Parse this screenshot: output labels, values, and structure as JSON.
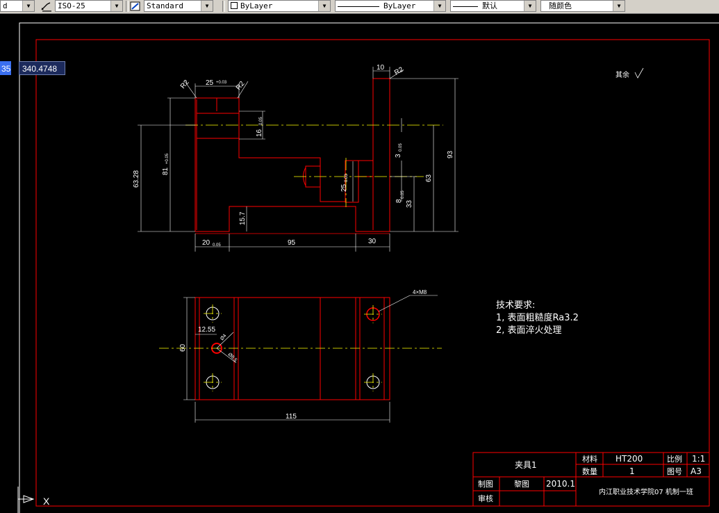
{
  "toolbar": {
    "dimstyle": "ISO-25",
    "tablestyle": "Standard",
    "layer": "ByLayer",
    "linetype": "ByLayer",
    "lineweight": "默认",
    "color": "随颜色",
    "first_combo_tail": "d"
  },
  "dynamic_input": {
    "x_value": "35",
    "y_value": "340.4748"
  },
  "drawing": {
    "dims": {
      "d25_top": "25",
      "d25_tol": "+0.03",
      "r2_left": "R2",
      "r2_right": "R2",
      "d10": "10",
      "r2_top": "R2",
      "d16": "16",
      "d16_tol": "0.05",
      "d63_28": "63.28",
      "d81": "81",
      "d81_tol": "+0.05",
      "d93": "93",
      "d63": "63",
      "d33": "33",
      "d8": "8",
      "d8_tol": "0.05",
      "d3": "3",
      "d3_tol": "0.05",
      "d25_mid": "25",
      "d25_mid_tol": "0.03",
      "d15_7": "15.7",
      "d20": "20",
      "d20_tol": "0.05",
      "d95": "95",
      "d30": "30",
      "d60": "60",
      "d12_55": "12.55",
      "d115": "115",
      "d4m8": "4×M8",
      "d_small1": "Ø4",
      "d_small2": "Ø8.5"
    },
    "roughness_label": "其余",
    "notes_title": "技术要求:",
    "notes": [
      "1, 表面粗糙度Ra3.2",
      "2, 表面淬火处理"
    ],
    "ucs_label": "X"
  },
  "title_block": {
    "part_name": "夹具1",
    "material_label": "材料",
    "material_value": "HT200",
    "scale_label": "比例",
    "scale_value": "1:1",
    "qty_label": "数量",
    "qty_value": "1",
    "drawing_no_label": "图号",
    "drawing_no_value": "A3",
    "drawn_label": "制图",
    "drawn_name": "黎图",
    "date": "2010.1",
    "checked_label": "审核",
    "school": "内江职业技术学院07 机制一班"
  },
  "colors": {
    "background": "#000000",
    "outline": "#ff0000",
    "white": "#ffffff",
    "centerline": "#ffff00"
  }
}
